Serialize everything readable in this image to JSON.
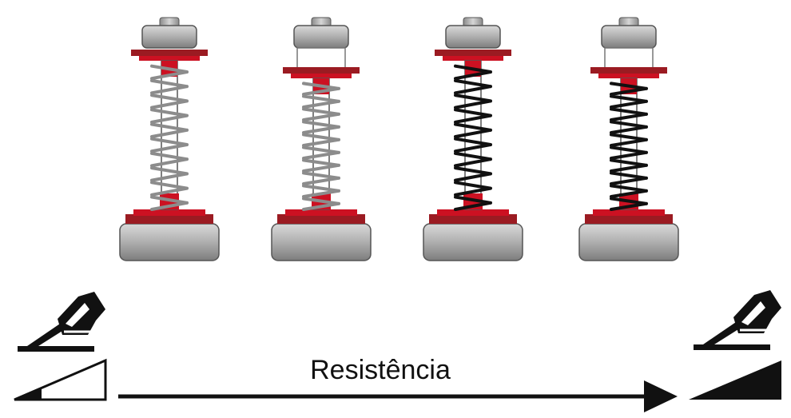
{
  "caption": {
    "resistance_label": "Resistência"
  },
  "springs": [
    {
      "id": "spring-1",
      "coil_color": "#8c8c8c",
      "compression": 0.0
    },
    {
      "id": "spring-2",
      "coil_color": "#8c8c8c",
      "compression": 0.25
    },
    {
      "id": "spring-3",
      "coil_color": "#111111",
      "compression": 0.0
    },
    {
      "id": "spring-4",
      "coil_color": "#111111",
      "compression": 0.25
    }
  ],
  "pedal_ramps": {
    "left": {
      "fill": "light"
    },
    "right": {
      "fill": "full"
    }
  },
  "colors": {
    "accent_red": "#cc1122",
    "dark_red": "#9b1b22",
    "metal_gray": "#a9a9a9",
    "ink": "#111111"
  }
}
